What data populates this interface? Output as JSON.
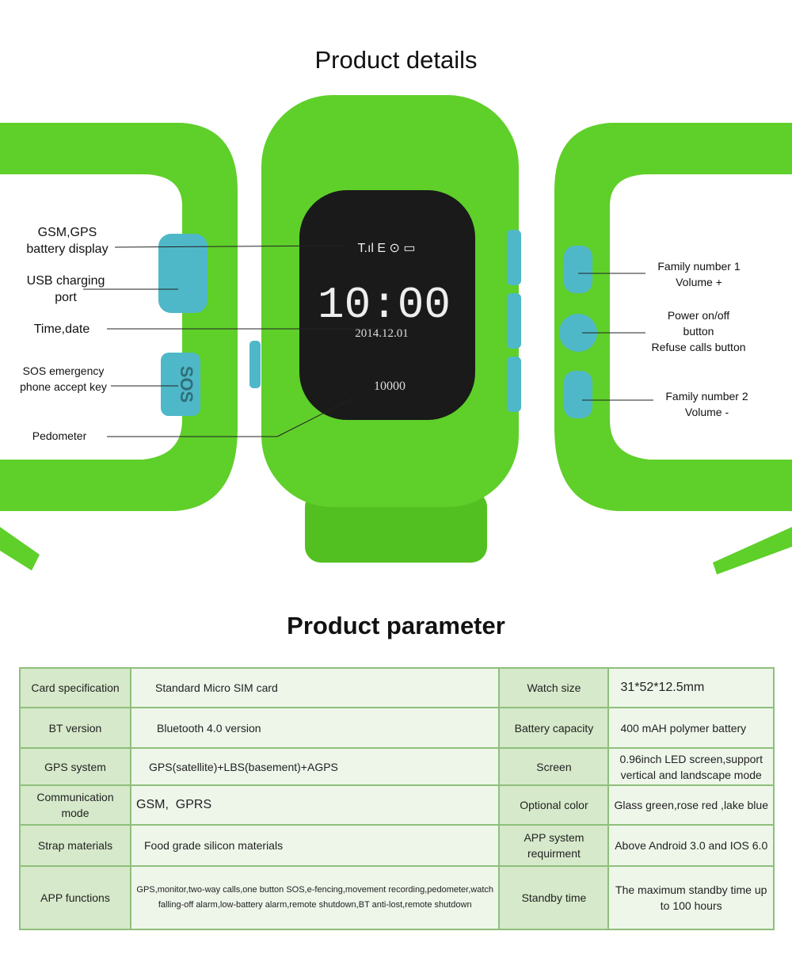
{
  "titles": {
    "details": "Product details",
    "parameter": "Product parameter"
  },
  "watch_screen": {
    "status_icons": "T.ıl E ⊙ ▭",
    "time": "10:00",
    "date": "2014.12.01",
    "steps": "10000",
    "sos_key": "SOS"
  },
  "callouts": {
    "gsm": [
      "GSM,GPS",
      "battery display"
    ],
    "usb": [
      "USB charging",
      "port"
    ],
    "time": "Time,date",
    "sos": [
      "SOS emergency",
      "phone accept key"
    ],
    "pedometer": "Pedometer",
    "family1": [
      "Family number 1",
      "Volume +"
    ],
    "power": [
      "Power on/off",
      "button",
      "Refuse calls button"
    ],
    "family2": [
      "Family number 2",
      "Volume -"
    ]
  },
  "colors": {
    "strap": "#5fcf2a",
    "button": "#4fb8c8",
    "screen": "#1a1a1a"
  },
  "table": [
    {
      "k1": "Card specification",
      "v1": "Standard Micro SIM card",
      "k2": "Watch size",
      "v2": "31*52*12.5mm"
    },
    {
      "k1": "BT version",
      "v1": "Bluetooth 4.0 version",
      "k2": "Battery capacity",
      "v2": "400 mAH polymer battery"
    },
    {
      "k1": "GPS system",
      "v1": "GPS(satellite)+LBS(basement)+AGPS",
      "k2": "Screen",
      "v2": "0.96inch LED screen,support vertical and landscape mode"
    },
    {
      "k1": "Communication mode",
      "v1": "GSM,  GPRS",
      "k2": "Optional color",
      "v2": "Glass green,rose red ,lake blue"
    },
    {
      "k1": "Strap materials",
      "v1": "Food grade silicon materials",
      "k2": "APP system requirment",
      "v2": "Above Android 3.0 and IOS 6.0"
    },
    {
      "k1": "APP functions",
      "v1": "GPS,monitor,two-way calls,one button SOS,e-fencing,movement recording,pedometer,watch falling-off  alarm,low-battery alarm,remote shutdown,BT anti-lost,remote shutdown",
      "k2": "Standby time",
      "v2": "The maximum standby time up to 100 hours"
    }
  ]
}
